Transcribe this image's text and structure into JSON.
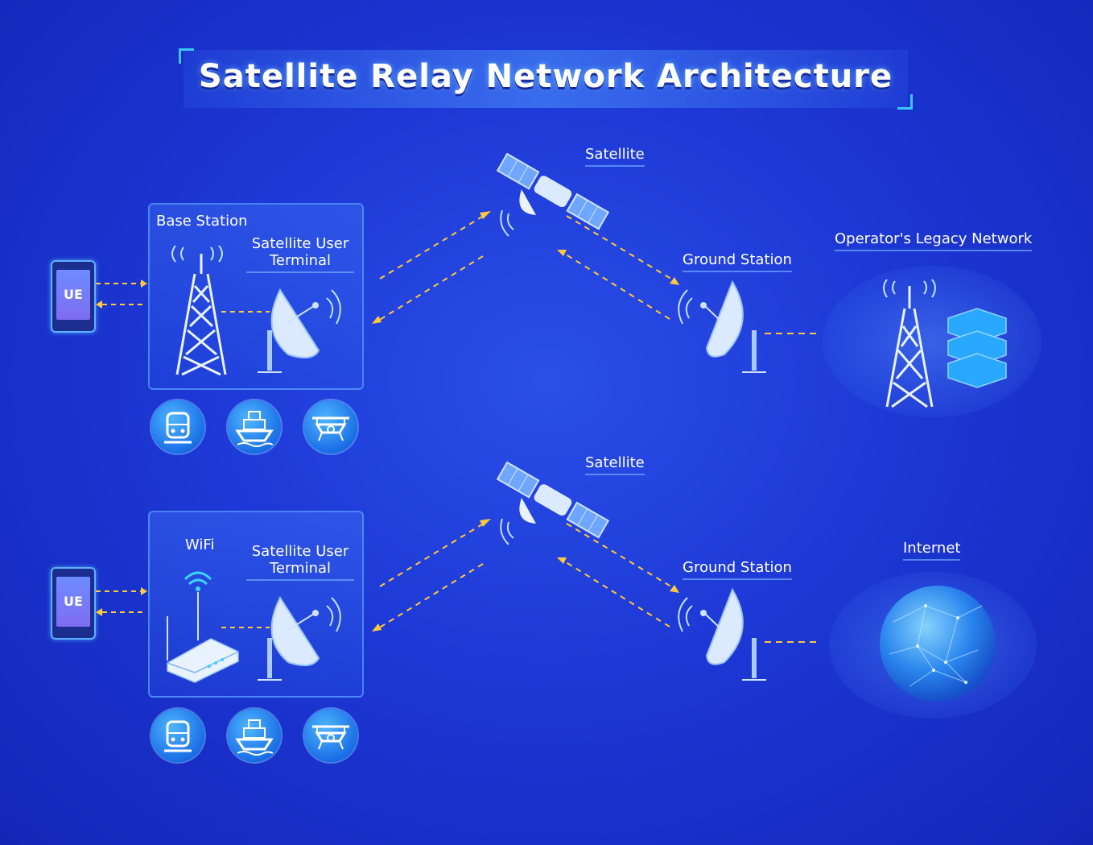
{
  "title": "Satellite Relay Network Architecture",
  "top_section": {
    "ue_label": "UE",
    "panel_label": "Base Station",
    "terminal_label_line1": "Satellite User",
    "terminal_label_line2": "Terminal",
    "satellite_label": "Satellite",
    "ground_station_label": "Ground Station",
    "destination_label": "Operator's Legacy Network"
  },
  "bottom_section": {
    "ue_label": "UE",
    "panel_label": "WiFi",
    "terminal_label_line1": "Satellite User",
    "terminal_label_line2": "Terminal",
    "satellite_label": "Satellite",
    "ground_station_label": "Ground Station",
    "destination_label": "Internet"
  },
  "vehicle_icons": [
    "train-icon",
    "ship-icon",
    "drone-icon"
  ],
  "colors": {
    "background": "#1d38d6",
    "arrow": "#ffc93a",
    "accent": "#39c6ff"
  }
}
